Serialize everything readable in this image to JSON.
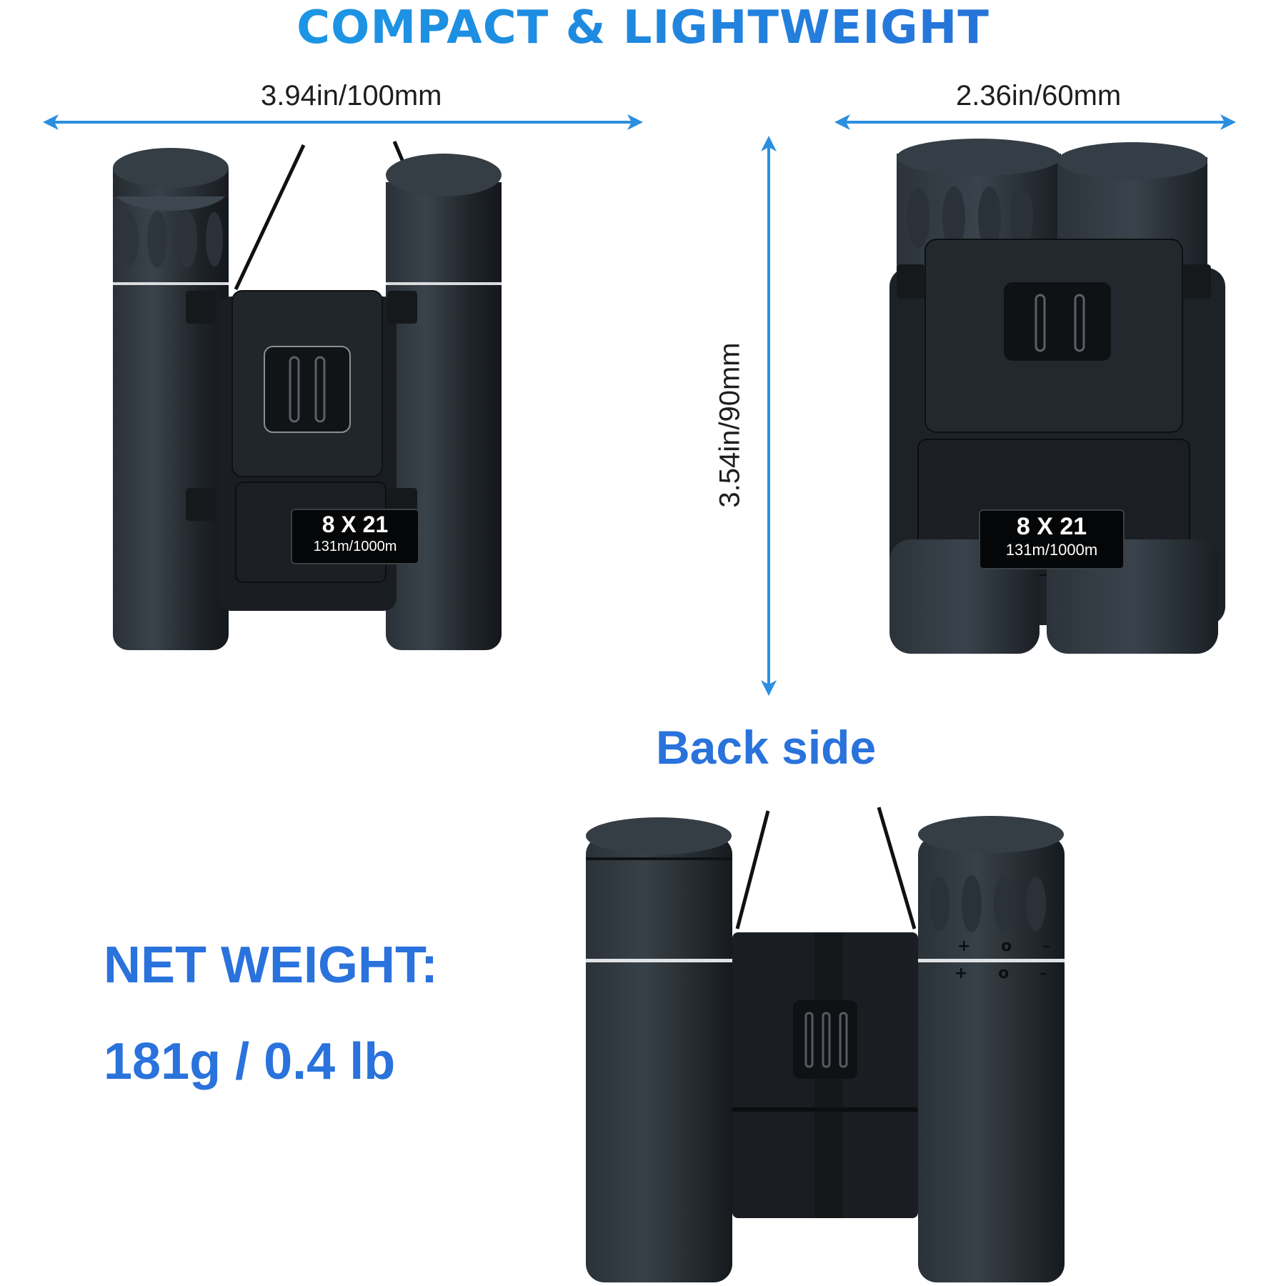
{
  "header": {
    "title": "COMPACT & LIGHTWEIGHT"
  },
  "dimensions": {
    "width": {
      "label": "3.94in/100mm"
    },
    "depth": {
      "label": "2.36in/60mm"
    },
    "height": {
      "label": "3.54in/90mm"
    }
  },
  "back_side": {
    "label": "Back side"
  },
  "weight": {
    "heading": "NET WEIGHT:",
    "value": "181g / 0.4 lb"
  },
  "product": {
    "spec_label": "8 X 21",
    "field_of_view": "131m/1000m",
    "diopter_marks": [
      "+",
      "o",
      "–"
    ]
  },
  "colors": {
    "title_start": "#1aa0ea",
    "title_end": "#2d62d3",
    "accent_text": "#2a72dc",
    "arrow": "#2b8fe0",
    "body": "#1c2126"
  }
}
